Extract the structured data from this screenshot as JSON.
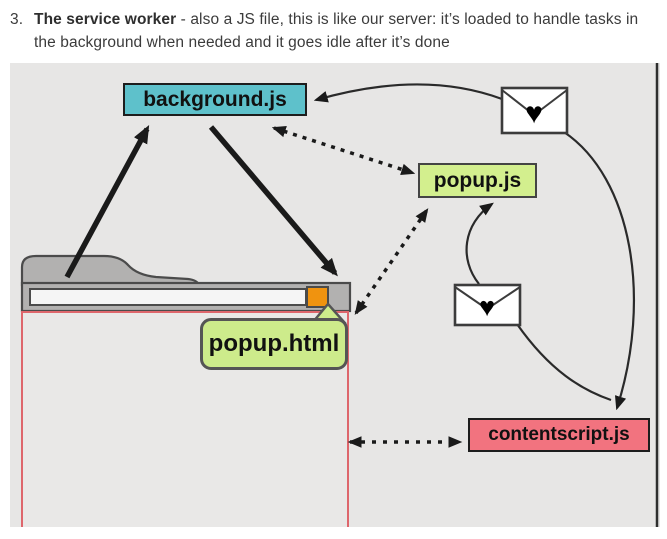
{
  "page": {
    "list_number": "3.",
    "item_bold": "The service worker",
    "item_rest": " - also a JS file, this is like our server: it’s loaded to handle tasks in the background when needed and it goes idle after it’s done"
  },
  "diagram": {
    "nodes": {
      "background_js": "background.js",
      "popup_js": "popup.js",
      "popup_html": "popup.html",
      "contentscript_js": "contentscript.js"
    },
    "icons": {
      "envelope_heart": "♥"
    },
    "colors": {
      "diagram_bg": "#e7e6e5",
      "background_js_fill": "#5ec1cb",
      "popup_js_fill": "#d3ef8e",
      "popup_html_fill": "#cdeb8b",
      "contentscript_fill": "#f2737f",
      "browser_toolbar": "#b2b1b0",
      "browser_action_button": "#f0930f",
      "content_area_border": "#de666c",
      "arrow_color": "#1a1a1a"
    }
  }
}
